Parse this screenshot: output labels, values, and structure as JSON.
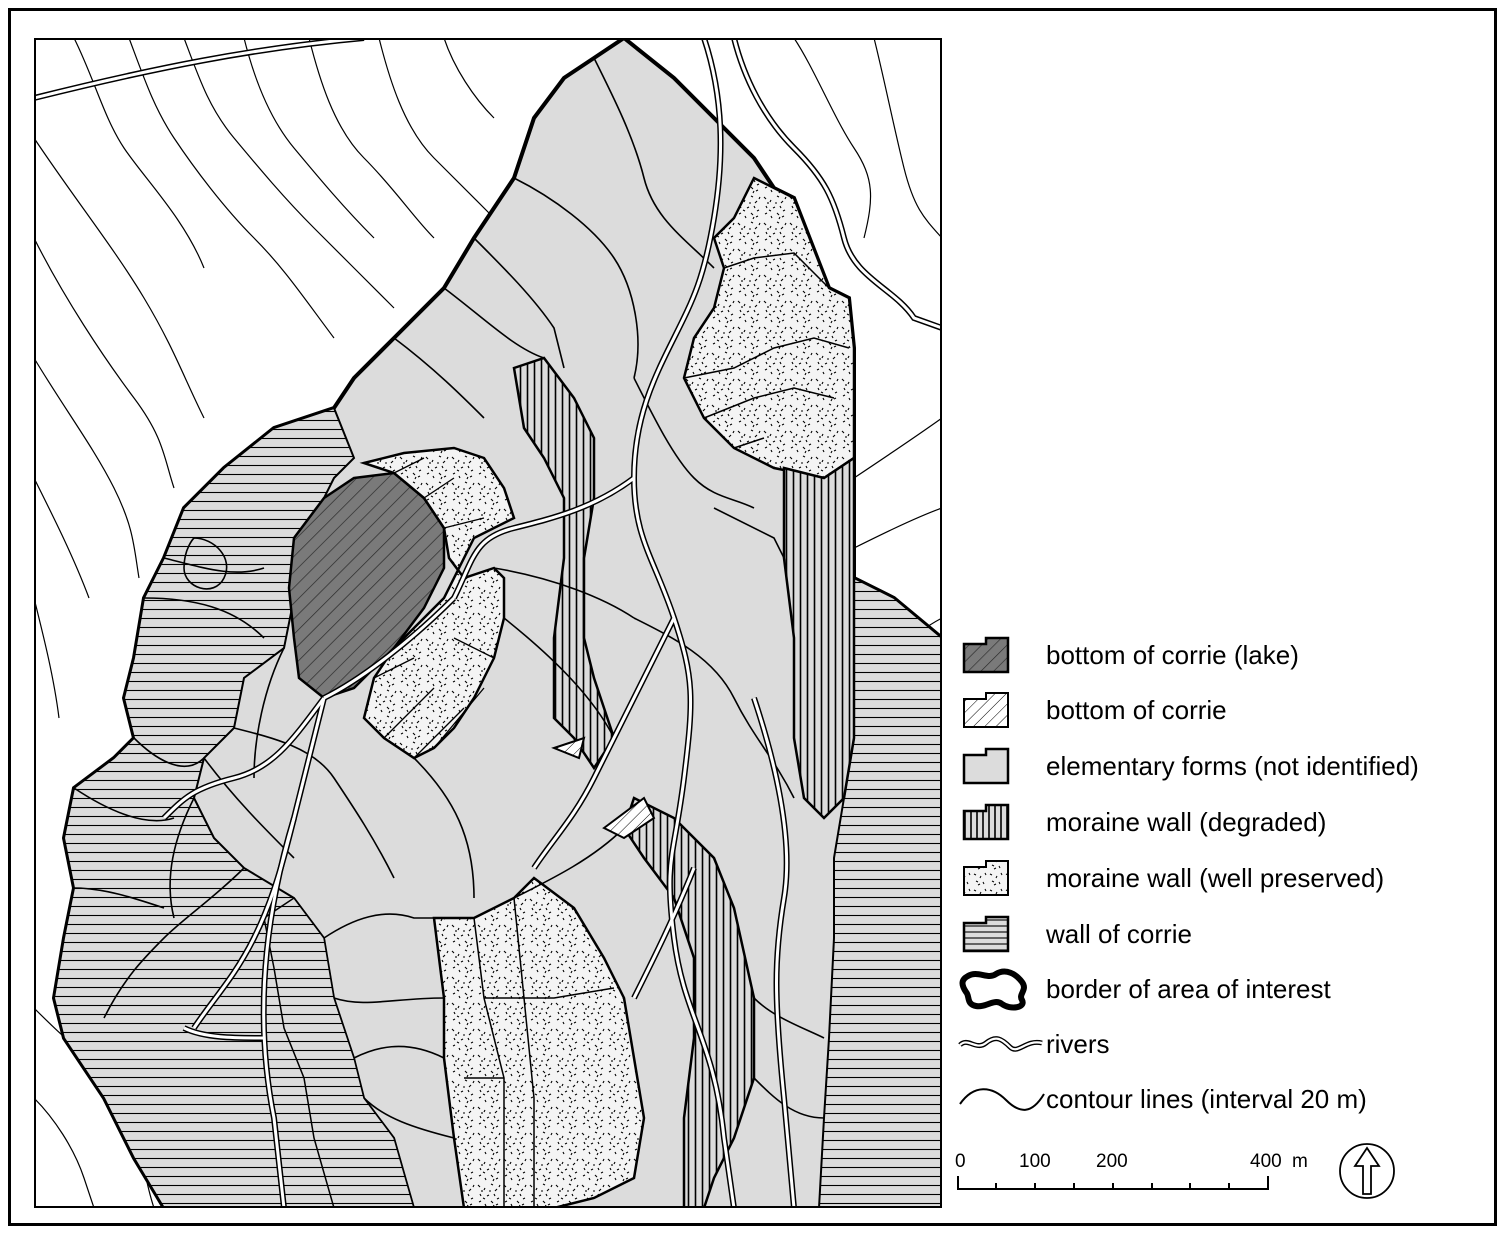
{
  "legend": {
    "items": [
      {
        "label": "bottom of corrie (lake)",
        "symbol": "dark-hatch-icon"
      },
      {
        "label": "bottom of corrie",
        "symbol": "light-hatch-icon"
      },
      {
        "label": "elementary forms (not identified)",
        "symbol": "grey-fill-icon"
      },
      {
        "label": "moraine wall (degraded)",
        "symbol": "vertical-lines-icon"
      },
      {
        "label": "moraine wall (well preserved)",
        "symbol": "stipple-icon"
      },
      {
        "label": "wall of corrie",
        "symbol": "horizontal-lines-icon"
      },
      {
        "label": "border of area of interest",
        "symbol": "thick-border-icon"
      },
      {
        "label": "rivers",
        "symbol": "river-icon"
      },
      {
        "label": "contour lines (interval 20 m)",
        "symbol": "contour-icon"
      }
    ]
  },
  "scale": {
    "ticks": [
      "0",
      "100",
      "200",
      "400"
    ],
    "unit": "m"
  },
  "colors": {
    "area_fill": "#dcdcdc",
    "lake_fill": "#7a7a7a",
    "line": "#000000"
  }
}
